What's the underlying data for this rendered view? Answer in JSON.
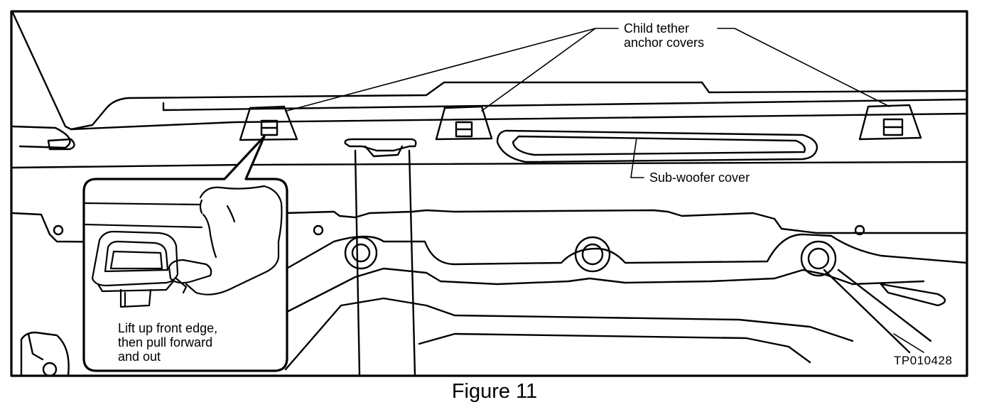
{
  "diagram": {
    "labels": {
      "child_tether": [
        "Child tether",
        "anchor covers"
      ],
      "sub_woofer": "Sub-woofer cover",
      "lift_instruction": [
        "Lift up front edge,",
        "then pull forward",
        "and out"
      ],
      "part_code": "TP010428"
    },
    "caption": "Figure 11",
    "colors": {
      "line": "#000000",
      "background": "#ffffff"
    }
  }
}
